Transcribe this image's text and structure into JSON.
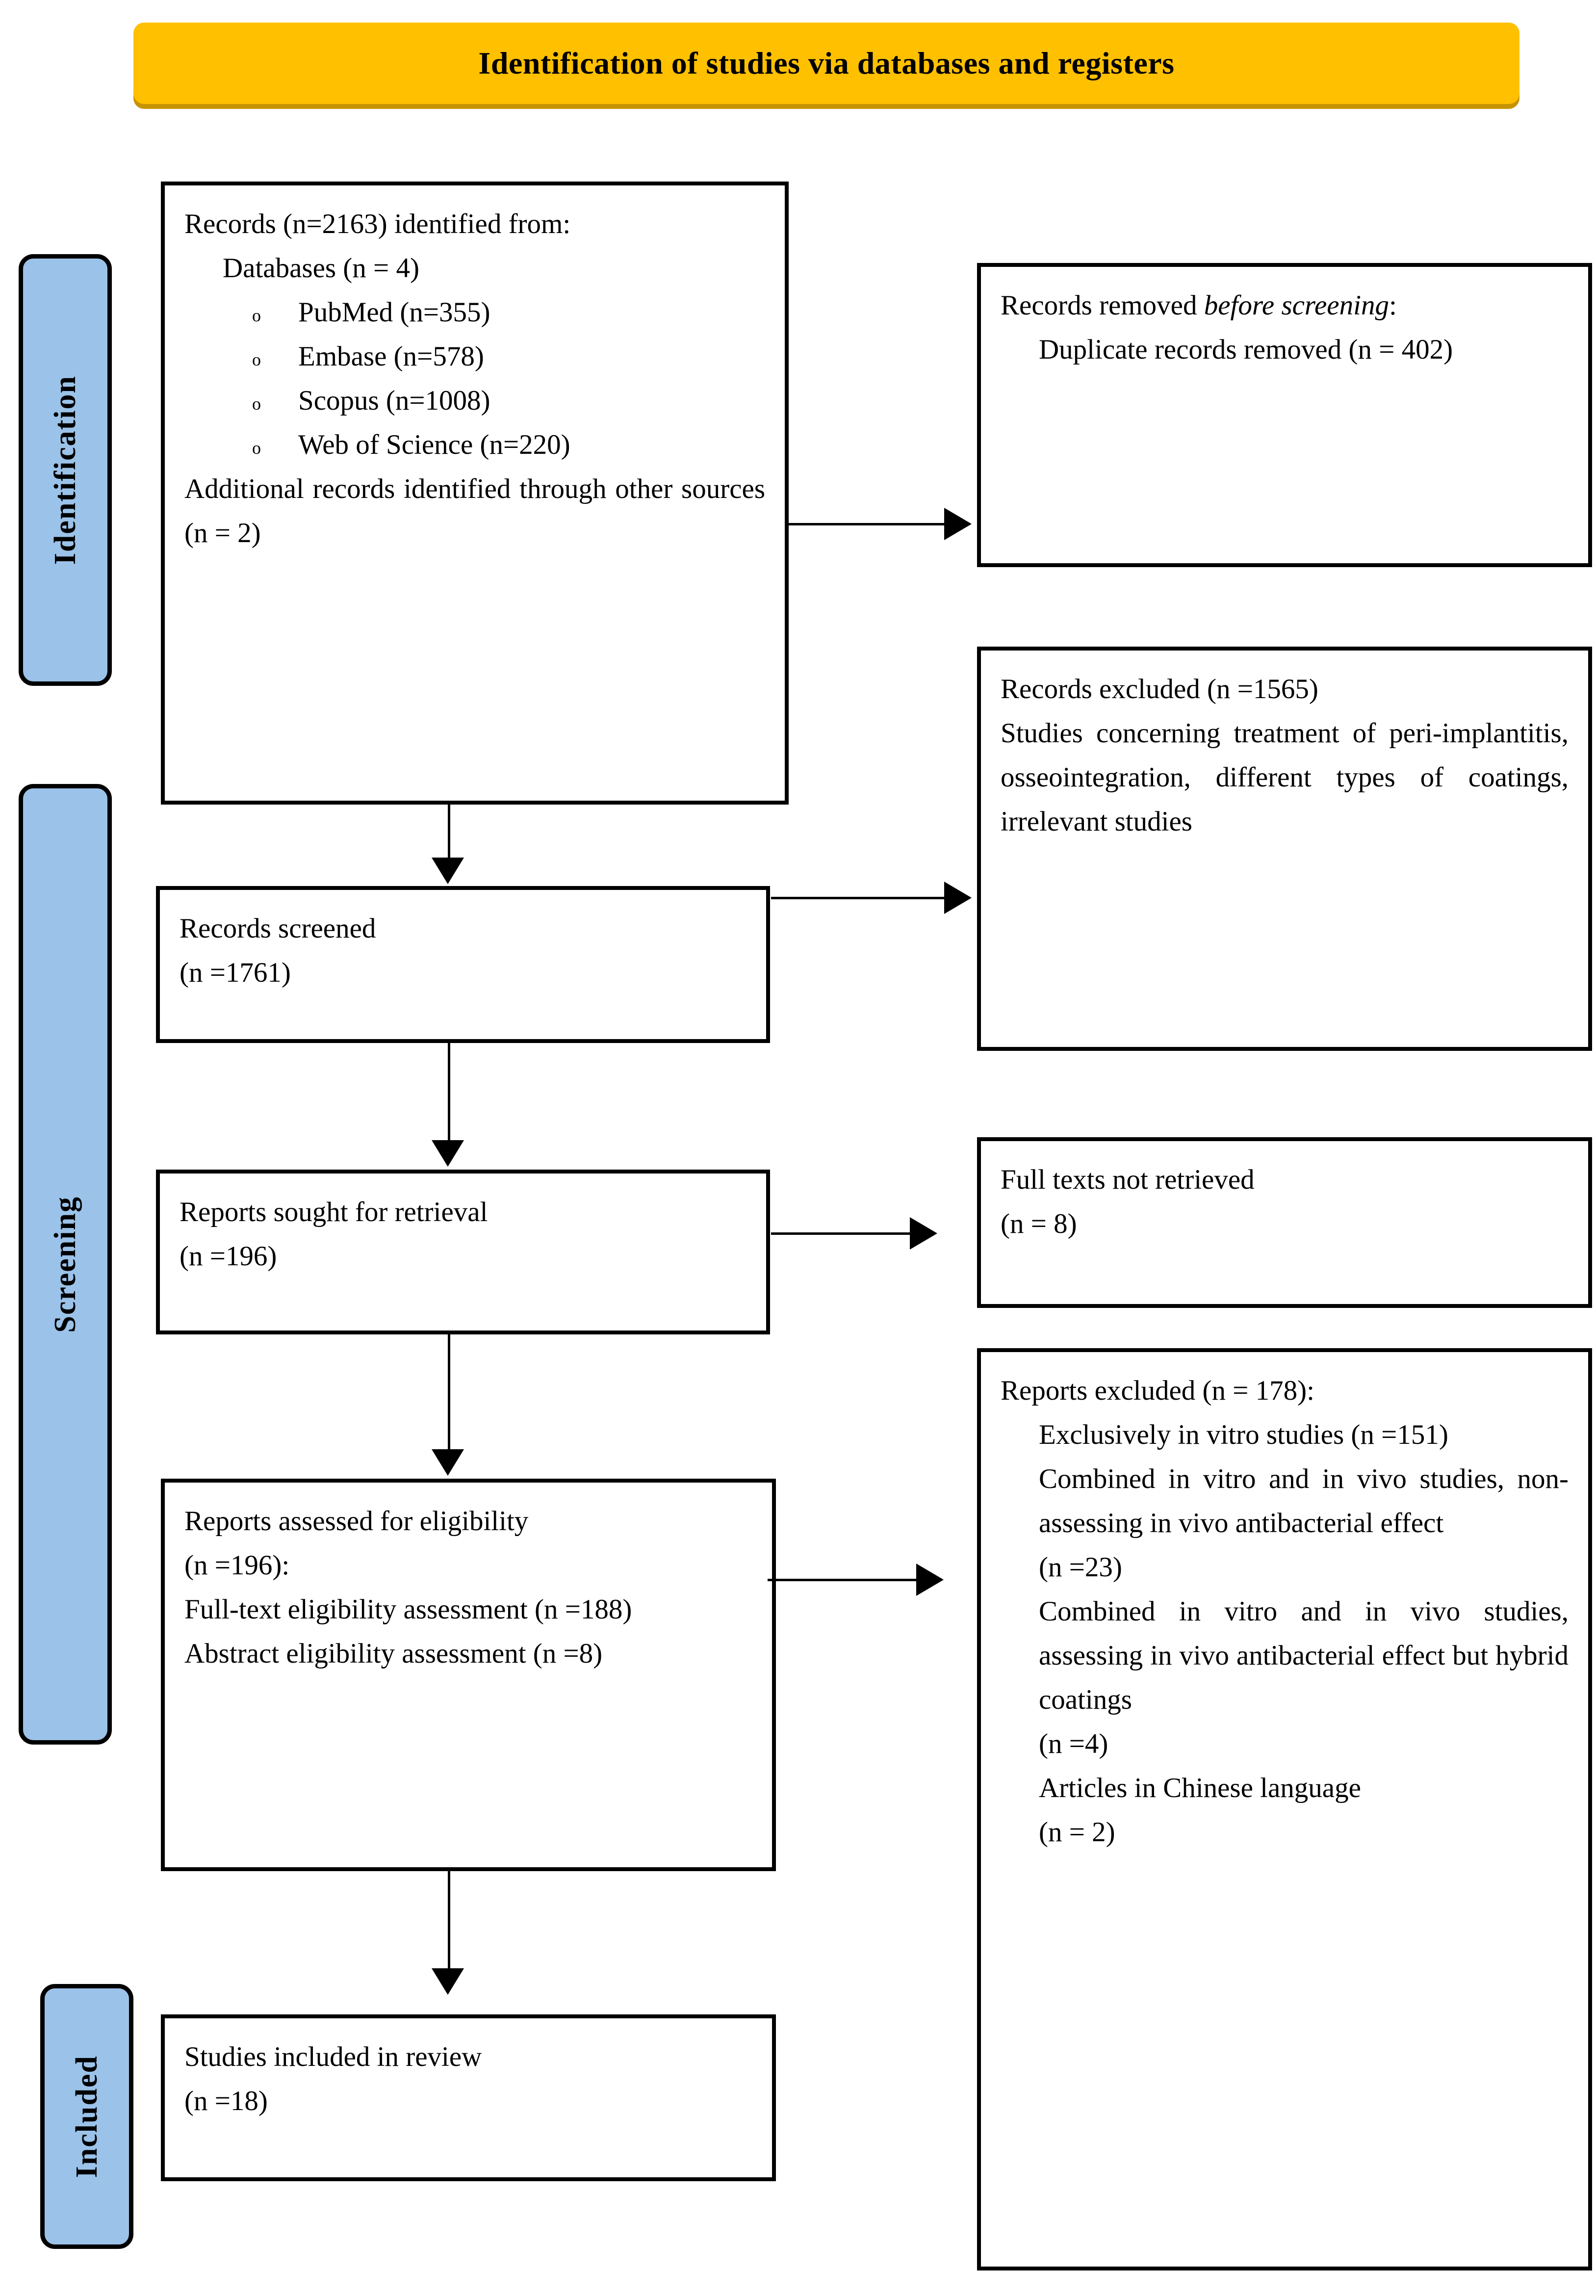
{
  "header": {
    "title": "Identification of studies via databases and registers",
    "banner_color": "#FFC000"
  },
  "stages": {
    "tab_color": "#9BC2E8",
    "items": [
      {
        "label": "Identification"
      },
      {
        "label": "Screening"
      },
      {
        "label": "Included"
      }
    ]
  },
  "boxes": {
    "identification": {
      "line1": "Records (n=2163) identified from:",
      "line2": "Databases (n = 4)",
      "bullets": [
        {
          "marker": "o",
          "text": "PubMed (n=355)"
        },
        {
          "marker": "o",
          "text": "Embase (n=578)"
        },
        {
          "marker": "o",
          "text": "Scopus (n=1008)"
        },
        {
          "marker": "o",
          "text": "Web of Science (n=220)"
        }
      ],
      "line3": "Additional records identified through other sources (n = 2)"
    },
    "removed_before_screening": {
      "line1_prefix": "Records removed ",
      "line1_italic": "before screening",
      "line1_suffix": ":",
      "line2": "Duplicate records removed (n = 402)"
    },
    "records_screened": {
      "line1": "Records screened",
      "line2": "(n =1761)"
    },
    "records_excluded": {
      "line1": "Records excluded (n =1565)",
      "line2": "Studies concerning treatment of peri-implantitis, osseointegration, different types of coatings, irrelevant studies"
    },
    "reports_sought": {
      "line1": "Reports sought for retrieval",
      "line2": "(n =196)"
    },
    "full_texts_not_retrieved": {
      "line1": "Full texts not retrieved",
      "line2": "(n = 8)"
    },
    "reports_assessed": {
      "line1": "Reports assessed for eligibility",
      "line2": "(n =196):",
      "line3": "Full-text eligibility assessment (n =188)",
      "line4": "Abstract eligibility assessment (n =8)"
    },
    "reports_excluded": {
      "line1": "Reports excluded (n = 178):",
      "line2": "Exclusively in vitro studies (n =151)",
      "line3": "Combined in vitro and in vivo studies, non-assessing in vivo antibacterial effect",
      "line4": "(n =23)",
      "line5": "Combined in vitro and in vivo studies, assessing in vivo antibacterial effect but hybrid coatings",
      "line6": "(n =4)",
      "line7": "Articles in Chinese language",
      "line8": "(n = 2)"
    },
    "studies_included": {
      "line1": "Studies included in review",
      "line2": "(n =18)"
    }
  }
}
